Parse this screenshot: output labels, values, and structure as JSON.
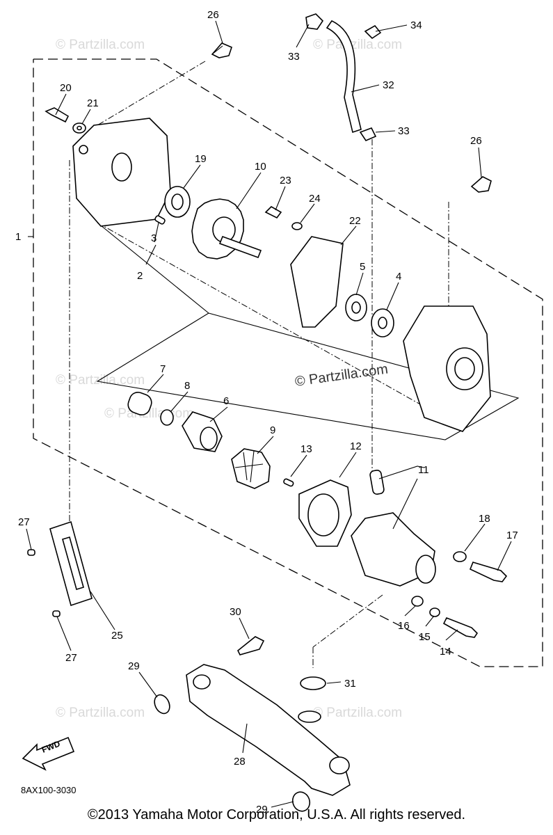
{
  "watermarks": [
    "© Partzilla.com",
    "© Partzilla.com",
    "© Partzilla.com",
    "© Partzilla.com",
    "© Partzilla.com",
    "© Partzilla.com"
  ],
  "watermark_center": "© Partzilla.com",
  "diagram_code": "8AX100-3030",
  "fwd_label": "FWD",
  "copyright": "©2013  Yamaha Motor Corporation, U.S.A. All rights reserved.",
  "callouts": [
    {
      "id": "c26a",
      "label": "26"
    },
    {
      "id": "c33a",
      "label": "33"
    },
    {
      "id": "c34",
      "label": "34"
    },
    {
      "id": "c32",
      "label": "32"
    },
    {
      "id": "c20",
      "label": "20"
    },
    {
      "id": "c21",
      "label": "21"
    },
    {
      "id": "c33b",
      "label": "33"
    },
    {
      "id": "c26b",
      "label": "26"
    },
    {
      "id": "c19",
      "label": "19"
    },
    {
      "id": "c10",
      "label": "10"
    },
    {
      "id": "c23",
      "label": "23"
    },
    {
      "id": "c24",
      "label": "24"
    },
    {
      "id": "c1",
      "label": "1"
    },
    {
      "id": "c3",
      "label": "3"
    },
    {
      "id": "c2",
      "label": "2"
    },
    {
      "id": "c22",
      "label": "22"
    },
    {
      "id": "c5",
      "label": "5"
    },
    {
      "id": "c4",
      "label": "4"
    },
    {
      "id": "c7",
      "label": "7"
    },
    {
      "id": "c8",
      "label": "8"
    },
    {
      "id": "c6",
      "label": "6"
    },
    {
      "id": "c9",
      "label": "9"
    },
    {
      "id": "c13",
      "label": "13"
    },
    {
      "id": "c12",
      "label": "12"
    },
    {
      "id": "c11",
      "label": "11"
    },
    {
      "id": "c18",
      "label": "18"
    },
    {
      "id": "c17",
      "label": "17"
    },
    {
      "id": "c27a",
      "label": "27"
    },
    {
      "id": "c25",
      "label": "25"
    },
    {
      "id": "c27b",
      "label": "27"
    },
    {
      "id": "c16",
      "label": "16"
    },
    {
      "id": "c15",
      "label": "15"
    },
    {
      "id": "c14",
      "label": "14"
    },
    {
      "id": "c30",
      "label": "30"
    },
    {
      "id": "c29a",
      "label": "29"
    },
    {
      "id": "c31",
      "label": "31"
    },
    {
      "id": "c28",
      "label": "28"
    },
    {
      "id": "c29b",
      "label": "29"
    }
  ]
}
